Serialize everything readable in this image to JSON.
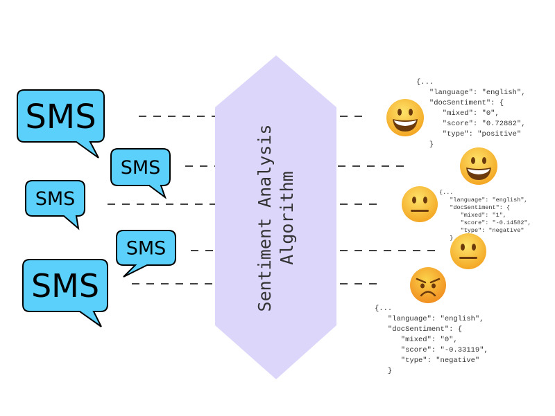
{
  "colors": {
    "algorithm_fill": "#dcd6fb",
    "bubble_fill": "#5bd0fb",
    "bubble_stroke": "#000000",
    "emoji_fill": "#f9c233"
  },
  "algorithm": {
    "line1": "Sentiment Analysis",
    "line2": "Algorithm"
  },
  "sms_label": "SMS",
  "messages": [
    {
      "label": "SMS"
    },
    {
      "label": "SMS"
    },
    {
      "label": "SMS"
    },
    {
      "label": "SMS"
    },
    {
      "label": "SMS"
    }
  ],
  "emojis": [
    {
      "icon": "grinning-face-icon"
    },
    {
      "icon": "grinning-face-icon"
    },
    {
      "icon": "neutral-face-icon"
    },
    {
      "icon": "neutral-face-icon"
    },
    {
      "icon": "angry-face-icon"
    }
  ],
  "results": [
    {
      "lines": [
        "{...",
        "   \"language\": \"english\",",
        "   \"docSentiment\": {",
        "      \"mixed\": \"0\",",
        "      \"score\": \"0.72882\",",
        "      \"type\": \"positive\"",
        "   }"
      ]
    },
    {
      "lines": [
        "{...",
        "   \"language\": \"english\",",
        "   \"docSentiment\": {",
        "      \"mixed\": \"1\",",
        "      \"score\": \"-0.14582\",",
        "      \"type\": \"negative\"",
        "   }"
      ]
    },
    {
      "lines": [
        "{...",
        "   \"language\": \"english\",",
        "   \"docSentiment\": {",
        "      \"mixed\": \"0\",",
        "      \"score\": \"-0.33119\",",
        "      \"type\": \"negative\"",
        "   }"
      ]
    }
  ]
}
